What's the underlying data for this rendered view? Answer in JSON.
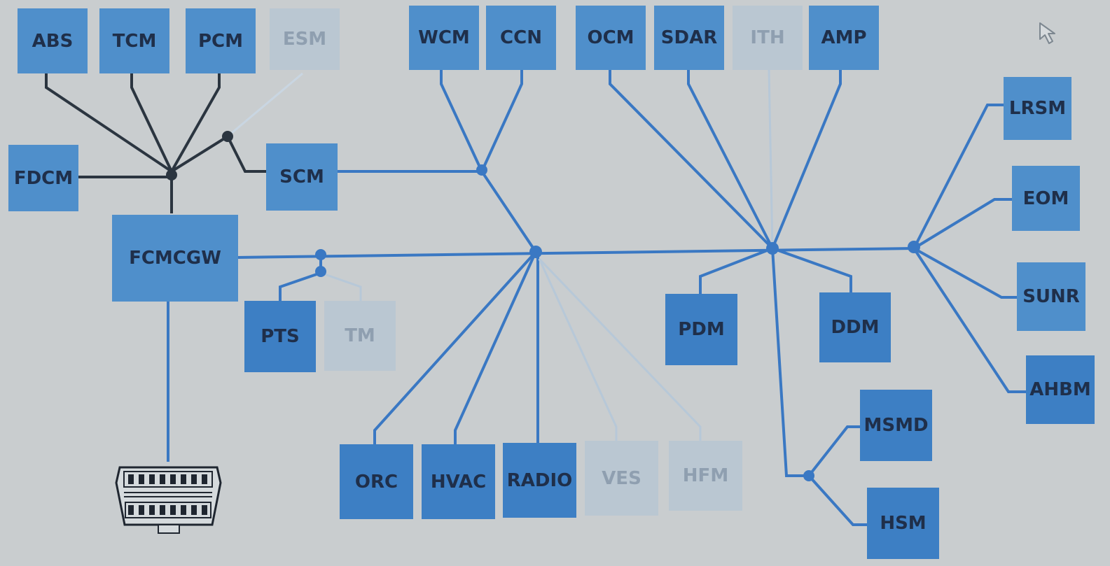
{
  "modules": {
    "abs": "ABS",
    "tcm": "TCM",
    "pcm": "PCM",
    "esm": "ESM",
    "wcm": "WCM",
    "ccn": "CCN",
    "ocm": "OCM",
    "sdar": "SDAR",
    "ith": "ITH",
    "amp": "AMP",
    "fdcm": "FDCM",
    "scm": "SCM",
    "fcmcgw": "FCMCGW",
    "pts": "PTS",
    "tm": "TM",
    "orc": "ORC",
    "hvac": "HVAC",
    "radio": "RADIO",
    "ves": "VES",
    "hfm": "HFM",
    "pdm": "PDM",
    "ddm": "DDM",
    "lrsm": "LRSM",
    "eom": "EOM",
    "sunr": "SUNR",
    "ahbm": "AHBM",
    "msmd": "MSMD",
    "hsm": "HSM"
  },
  "colors": {
    "bus_blue": "#3a78c3",
    "bus_dark": "#2b3540",
    "bus_faded": "#b7c8d8",
    "module_active": "#4f8fcb",
    "module_inactive": "#bac7d2",
    "background": "#c9cdcf"
  },
  "icons": {
    "pointer": "cursor-arrow-icon",
    "connector": "obd-connector-icon"
  }
}
